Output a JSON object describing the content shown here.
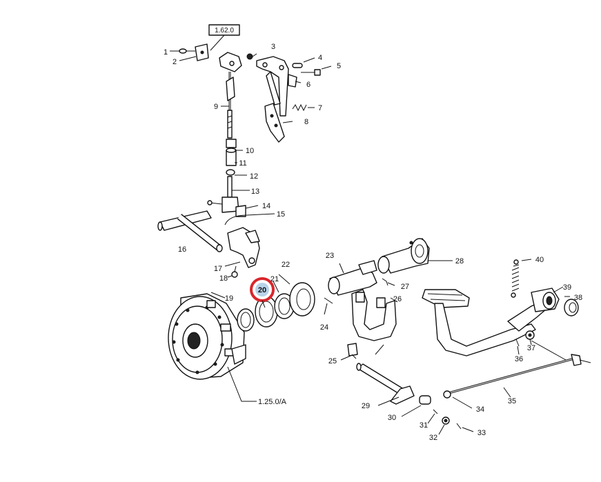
{
  "diagram": {
    "ref_box_label": "1.62.0",
    "clutch_ref_label": "1.25.0/A",
    "highlight": {
      "label": "20",
      "ring_color": "#d9262c",
      "fill_color": "#b9d3ea"
    },
    "callouts": {
      "c1": "1",
      "c2": "2",
      "c3": "3",
      "c4": "4",
      "c5": "5",
      "c6": "6",
      "c7": "7",
      "c8": "8",
      "c9": "9",
      "c10": "10",
      "c11": "11",
      "c12": "12",
      "c13": "13",
      "c14": "14",
      "c15": "15",
      "c16": "16",
      "c17": "17",
      "c18": "18",
      "c19": "19",
      "c21": "21",
      "c22": "22",
      "c23": "23",
      "c24": "24",
      "c25": "25",
      "c26": "26",
      "c27": "27",
      "c28": "28",
      "c29": "29",
      "c30": "30",
      "c31": "31",
      "c32": "32",
      "c33": "33",
      "c34": "34",
      "c35": "35",
      "c36": "36",
      "c37": "37",
      "c38": "38",
      "c39": "39",
      "c40": "40"
    }
  }
}
